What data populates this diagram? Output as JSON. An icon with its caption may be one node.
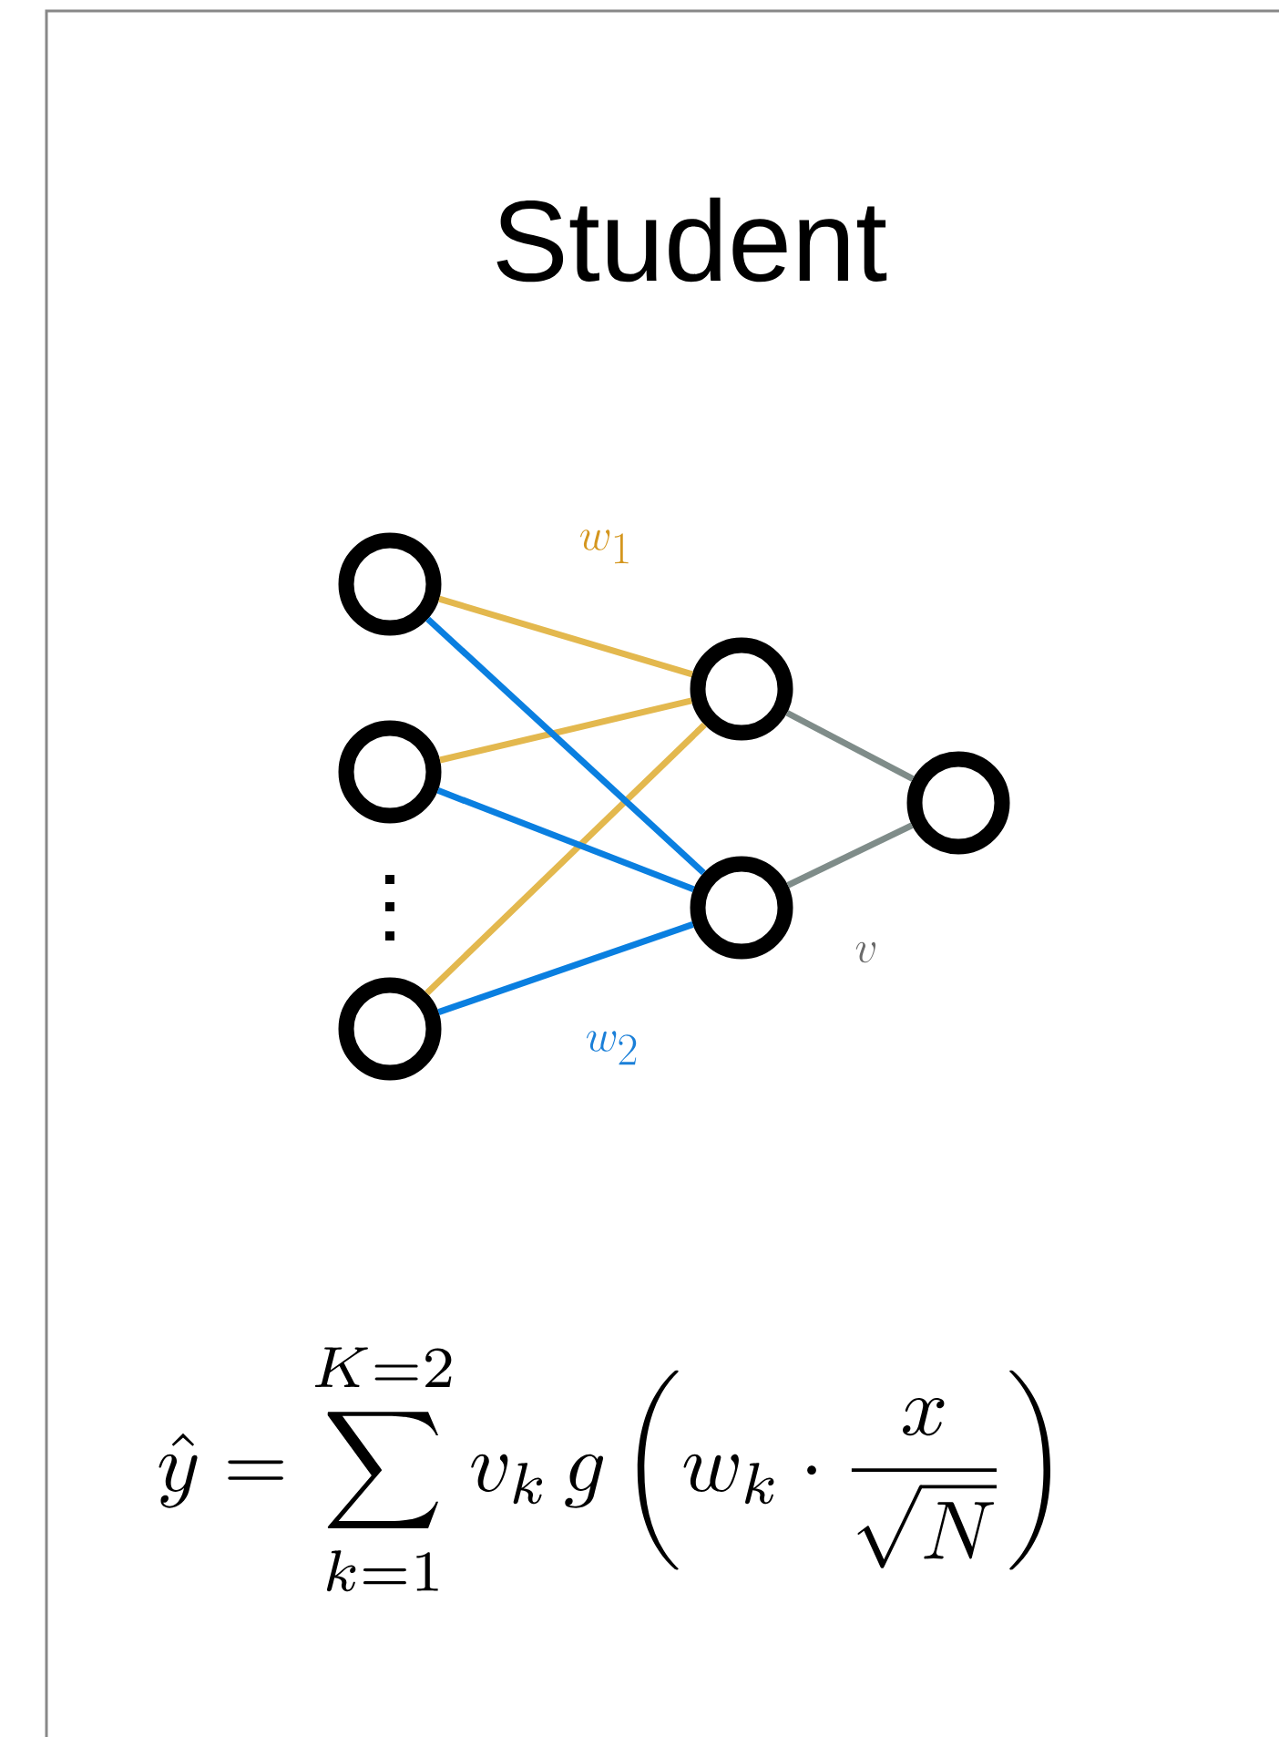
{
  "diagram": {
    "title": "Student",
    "nodes": [
      {
        "text": [],
        "shape": "circle"
      },
      {
        "text": [],
        "shape": "circle"
      },
      {
        "text": [],
        "shape": "circle"
      },
      {
        "text": [],
        "shape": "circle"
      },
      {
        "text": [],
        "shape": "circle"
      },
      {
        "text": [],
        "shape": "circle"
      }
    ],
    "edges": [
      {
        "from": 0,
        "to": 3,
        "arrow": "none",
        "color": "#e3b84e"
      },
      {
        "from": 1,
        "to": 3,
        "arrow": "none",
        "color": "#e3b84e"
      },
      {
        "from": 2,
        "to": 3,
        "arrow": "none",
        "color": "#e3b84e"
      },
      {
        "from": 0,
        "to": 4,
        "arrow": "none",
        "color": "#0a7fe0"
      },
      {
        "from": 1,
        "to": 4,
        "arrow": "none",
        "color": "#0a7fe0"
      },
      {
        "from": 2,
        "to": 4,
        "arrow": "none",
        "color": "#0a7fe0"
      },
      {
        "from": 3,
        "to": 5,
        "arrow": "none",
        "color": "#7f8c89"
      },
      {
        "from": 4,
        "to": 5,
        "arrow": "none",
        "color": "#7f8c89"
      }
    ],
    "labels": [
      "w_1",
      "w_2",
      "v",
      "\\hat{y} = \\sum_{k=1}^{K=2} v_k\\, g\\left( w_k \\cdot \\frac{x}{\\sqrt{N}} \\right)"
    ]
  }
}
